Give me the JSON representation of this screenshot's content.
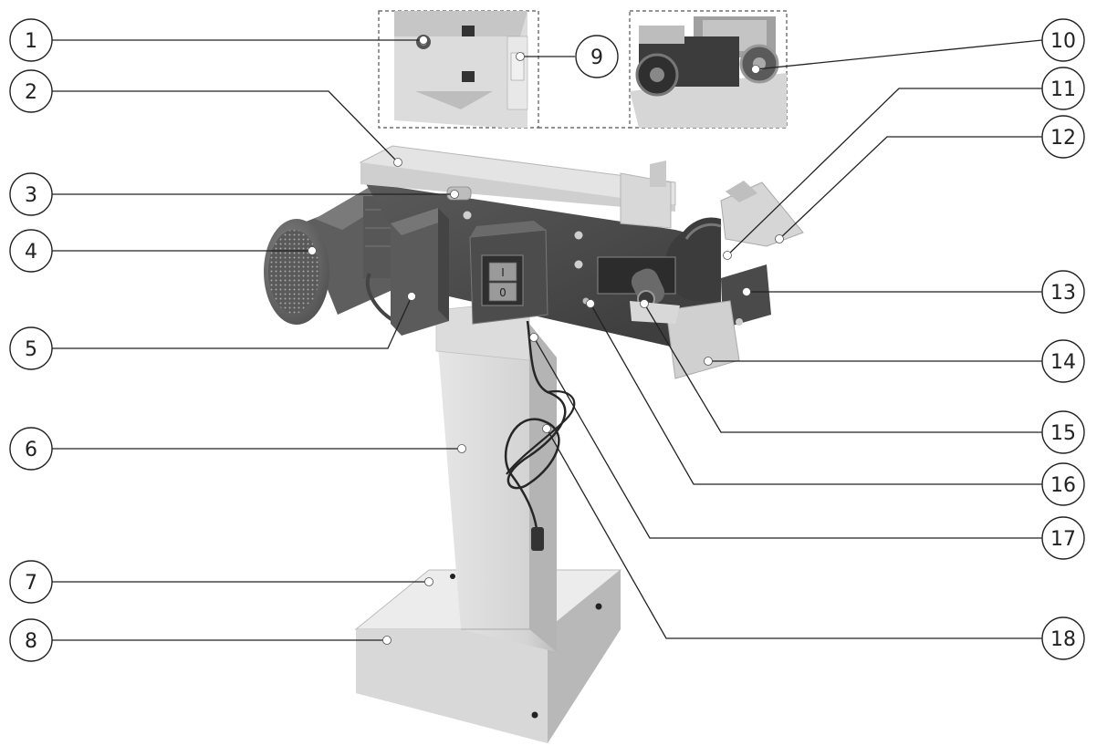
{
  "labels": {
    "c1": "1",
    "c2": "2",
    "c3": "3",
    "c4": "4",
    "c5": "5",
    "c6": "6",
    "c7": "7",
    "c8": "8",
    "c9": "9",
    "c10": "10",
    "c11": "11",
    "c12": "12",
    "c13": "13",
    "c14": "14",
    "c15": "15",
    "c16": "16",
    "c17": "17",
    "c18": "18"
  },
  "switch": {
    "on": "I",
    "off": "0"
  },
  "colors": {
    "light_metal": "#e2e2e2",
    "mid_metal": "#c9c9c9",
    "dark_plate": "#4a4a4a",
    "motor": "#6c6c6c",
    "cable": "#2a2a2a"
  }
}
